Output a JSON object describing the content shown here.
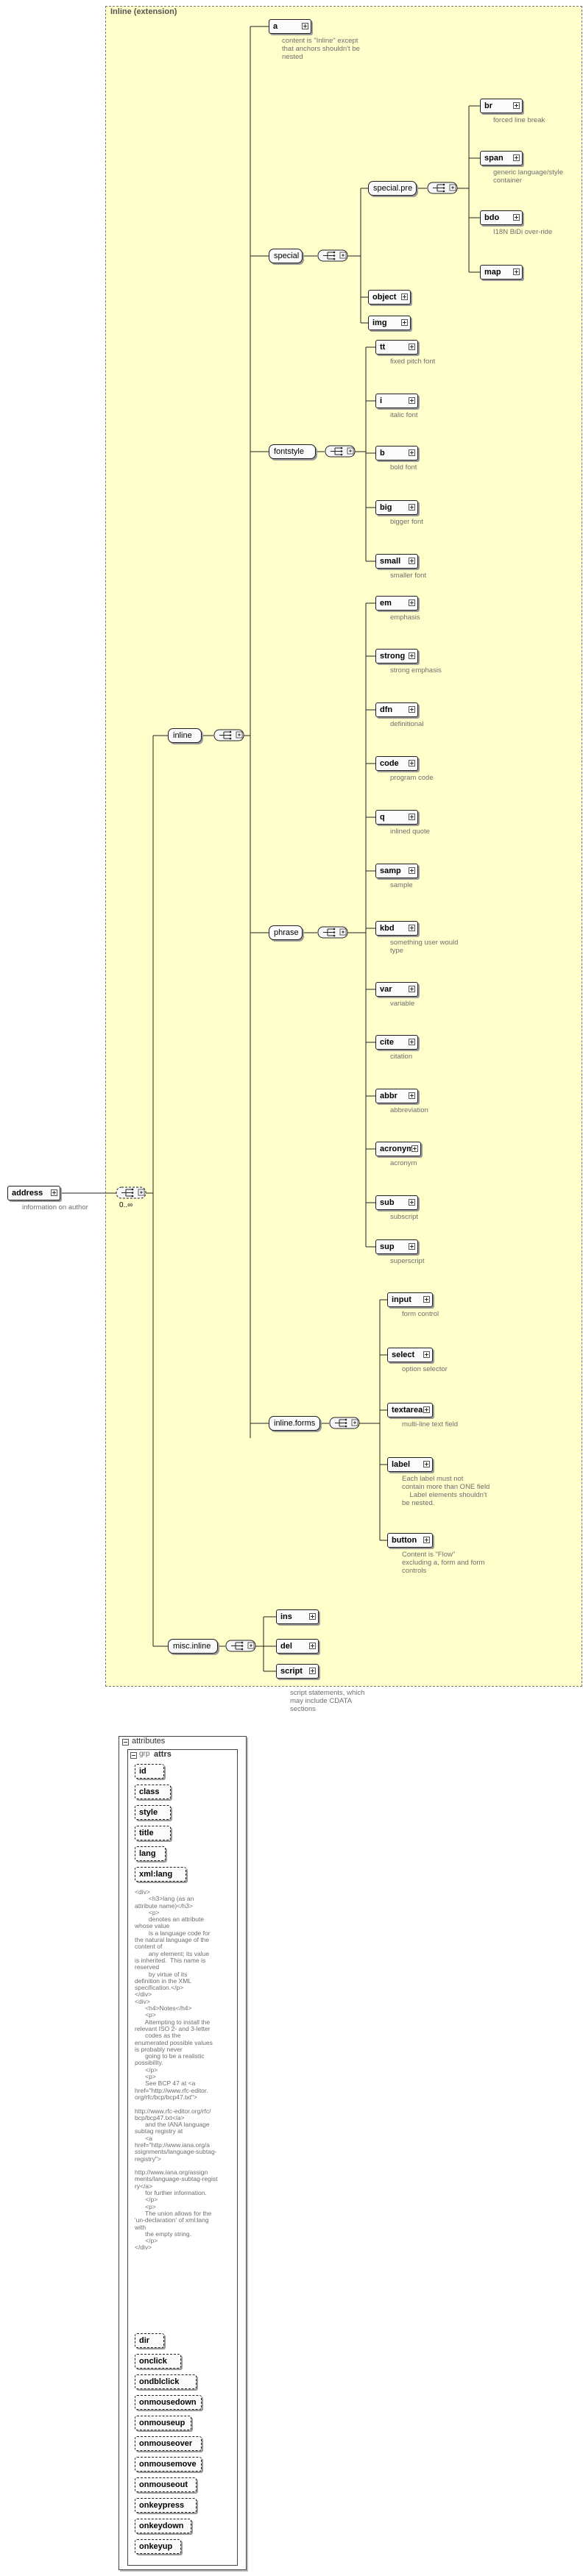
{
  "panel": {
    "title": "Inline (extension)"
  },
  "root": {
    "label": "address",
    "doc": "information on author"
  },
  "root_group": {
    "occurs": "0..∞"
  },
  "groups": {
    "inline": "inline",
    "special": "special",
    "special_pre": "special.pre",
    "fontstyle": "fontstyle",
    "phrase": "phrase",
    "inline_forms": "inline.forms",
    "misc_inline": "misc.inline"
  },
  "elements": {
    "a": {
      "label": "a",
      "doc": "content is \"Inline\" except\nthat anchors shouldn't be\nnested"
    },
    "br": {
      "label": "br",
      "doc": "forced line break"
    },
    "span": {
      "label": "span",
      "doc": "generic language/style\ncontainer"
    },
    "bdo": {
      "label": "bdo",
      "doc": "I18N BiDi over-ride"
    },
    "map": {
      "label": "map",
      "doc": ""
    },
    "object": {
      "label": "object",
      "doc": ""
    },
    "img": {
      "label": "img",
      "doc": ""
    },
    "tt": {
      "label": "tt",
      "doc": "fixed pitch font"
    },
    "i": {
      "label": "i",
      "doc": "italic font"
    },
    "b": {
      "label": "b",
      "doc": "bold font"
    },
    "big": {
      "label": "big",
      "doc": "bigger font"
    },
    "small": {
      "label": "small",
      "doc": "smaller font"
    },
    "em": {
      "label": "em",
      "doc": "emphasis"
    },
    "strong": {
      "label": "strong",
      "doc": "strong emphasis"
    },
    "dfn": {
      "label": "dfn",
      "doc": "definitional"
    },
    "code": {
      "label": "code",
      "doc": "program code"
    },
    "q": {
      "label": "q",
      "doc": "inlined quote"
    },
    "samp": {
      "label": "samp",
      "doc": "sample"
    },
    "kbd": {
      "label": "kbd",
      "doc": "something user would\ntype"
    },
    "var": {
      "label": "var",
      "doc": "variable"
    },
    "cite": {
      "label": "cite",
      "doc": "citation"
    },
    "abbr": {
      "label": "abbr",
      "doc": "abbreviation"
    },
    "acronym": {
      "label": "acronym",
      "doc": "acronym"
    },
    "sub": {
      "label": "sub",
      "doc": "subscript"
    },
    "sup": {
      "label": "sup",
      "doc": "superscript"
    },
    "input": {
      "label": "input",
      "doc": "form control"
    },
    "select": {
      "label": "select",
      "doc": "option selector"
    },
    "textarea": {
      "label": "textarea",
      "doc": "multi-line text field"
    },
    "label": {
      "label": "label",
      "doc": "Each label must not\ncontain more than ONE field\n    Label elements shouldn't\nbe nested."
    },
    "button": {
      "label": "button",
      "doc": "Content is \"Flow\"\nexcluding a, form and form\ncontrols"
    },
    "ins": {
      "label": "ins",
      "doc": ""
    },
    "del": {
      "label": "del",
      "doc": ""
    },
    "script": {
      "label": "script",
      "doc": "script statements, which\nmay include CDATA\nsections"
    }
  },
  "attributes": {
    "section_title": "attributes",
    "group_prefix": "grp",
    "group_name": "attrs",
    "items": [
      "id",
      "class",
      "style",
      "title",
      "lang",
      "xml:lang"
    ],
    "lang_doc": "<div>\n        <h3>lang (as an\nattribute name)</h3>\n        <p>\n        denotes an attribute\nwhose value\n        is a language code for\nthe natural language of the\ncontent of\n        any element; its value\nis inherited.  This name is\nreserved\n        by virtue of its\ndefinition in the XML\nspecification.</p>\n</div>\n<div>\n      <h4>Notes</h4>\n      <p>\n      Attempting to install the\nrelevant ISO 2- and 3-letter\n      codes as the\nenumerated possible values\nis probably never\n      going to be a realistic\npossibility.\n      </p>\n      <p>\n      See BCP 47 at <a\nhref=\"http://www.rfc-editor.\norg/rfc/bcp/bcp47.txt\">\n\nhttp://www.rfc-editor.org/rfc/\nbcp/bcp47.txt</a>\n      and the IANA language\nsubtag registry at\n      <a\nhref=\"http://www.iana.org/a\nssignments/language-subtag-\nregistry\">\n\nhttp://www.iana.org/assign\nments/language-subtag-regist\nry</a>\n      for further information.\n      </p>\n      <p>\n      The union allows for the\n'un-declaration' of xml:lang\nwith\n      the empty string.\n      </p>\n</div>",
    "items2": [
      "dir",
      "onclick",
      "ondblclick",
      "onmousedown",
      "onmouseup",
      "onmouseover",
      "onmousemove",
      "onmouseout",
      "onkeypress",
      "onkeydown",
      "onkeyup"
    ]
  }
}
